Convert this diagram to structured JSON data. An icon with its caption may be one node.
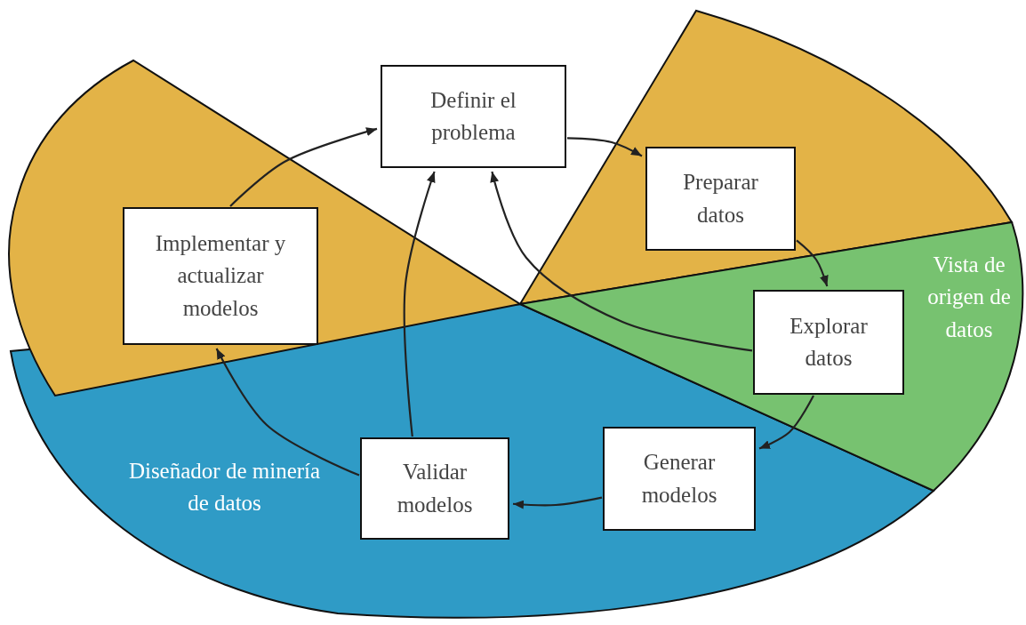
{
  "diagram": {
    "nodes": [
      {
        "text": [
          "Definir el problema"
        ]
      },
      {
        "text": [
          "Preparar datos"
        ]
      },
      {
        "text": [
          "Vista de origen de datos"
        ]
      },
      {
        "text": [
          "Explorar datos"
        ],
        "in": 2
      },
      {
        "text": [
          "Diseñador de minería de datos"
        ]
      },
      {
        "text": [
          "Generar modelos"
        ],
        "in": 4
      },
      {
        "text": [
          "Validar modelos"
        ],
        "in": 4
      },
      {
        "text": [
          "Implementar y actualizar modelos"
        ]
      }
    ],
    "edges": [
      {
        "from": 0,
        "to": 1,
        "arrow": "to"
      },
      {
        "from": 1,
        "to": 3,
        "arrow": "to"
      },
      {
        "from": 3,
        "to": 0,
        "arrow": "to"
      },
      {
        "from": 3,
        "to": 5,
        "arrow": "to"
      },
      {
        "from": 5,
        "to": 6,
        "arrow": "to"
      },
      {
        "from": 6,
        "to": 0,
        "arrow": "to"
      },
      {
        "from": 6,
        "to": 7,
        "arrow": "to"
      },
      {
        "from": 7,
        "to": 0,
        "arrow": "to"
      }
    ]
  }
}
